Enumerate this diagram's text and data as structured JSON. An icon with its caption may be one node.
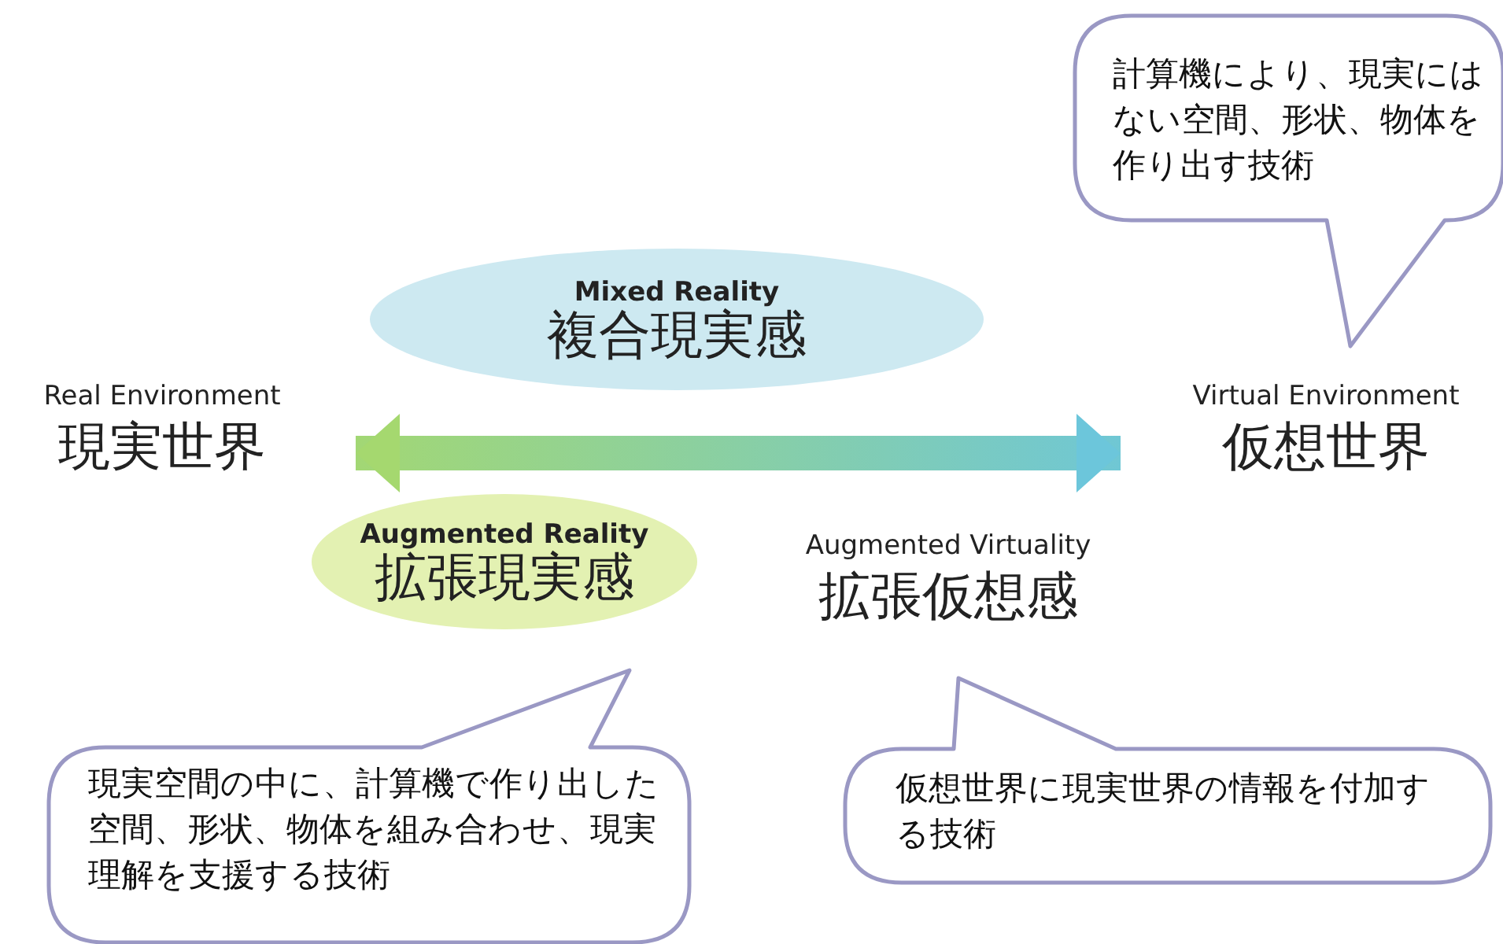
{
  "diagram": {
    "nodes": [
      {
        "text": [
          "Real Environment",
          "現実世界"
        ]
      },
      {
        "text": [
          "Virtual Environment",
          "仮想世界"
        ]
      },
      {
        "text": [
          "Mixed Reality",
          "複合現実感"
        ]
      },
      {
        "text": [
          "Augmented Reality",
          "拡張現実感"
        ]
      },
      {
        "text": [
          "Augmented Virtuality",
          "拡張仮想感"
        ]
      },
      {
        "text": [
          "計算機により、現実にはない空間、形状、物体を作り出す技術"
        ]
      },
      {
        "text": [
          "現実空間の中に、計算機で作り出した空間、形状、物体を組み合わせ、現実理解を支援する技術"
        ]
      },
      {
        "text": [
          "仮想世界に現実世界の情報を付加する技術"
        ]
      }
    ],
    "edges": [
      {
        "from": 0,
        "to": 1,
        "arrow": "both",
        "style": "thick"
      }
    ]
  }
}
